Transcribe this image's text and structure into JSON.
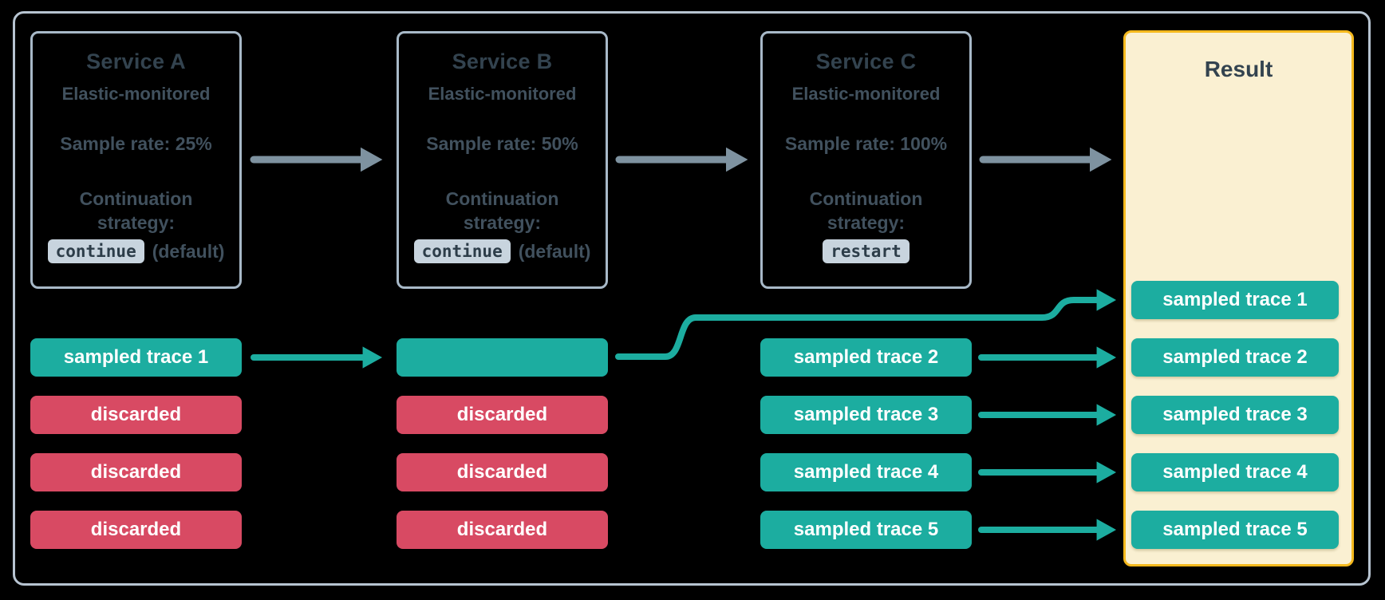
{
  "colors": {
    "background": "#000000",
    "frame_border": "#b7c4d1",
    "card_border": "#a8b9c8",
    "title_text": "#33434f",
    "body_text": "#41515e",
    "chip_bg": "#c8d4de",
    "chip_text": "#2d3d49",
    "teal": "#1cada0",
    "red": "#d84a63",
    "result_bg": "#faf0d2",
    "result_border": "#f5b91d",
    "arrow_gray": "#7e92a0",
    "trace_text": "#ffffff"
  },
  "services": [
    {
      "name": "Service A",
      "monitored": "Elastic-monitored",
      "sample_rate": "Sample rate: 25%",
      "strategy_line1": "Continuation",
      "strategy_line2": "strategy:",
      "strategy_value": "continue",
      "strategy_suffix": "(default)"
    },
    {
      "name": "Service B",
      "monitored": "Elastic-monitored",
      "sample_rate": "Sample rate: 50%",
      "strategy_line1": "Continuation",
      "strategy_line2": "strategy:",
      "strategy_value": "continue",
      "strategy_suffix": "(default)"
    },
    {
      "name": "Service C",
      "monitored": "Elastic-monitored",
      "sample_rate": "Sample rate: 100%",
      "strategy_line1": "Continuation",
      "strategy_line2": "strategy:",
      "strategy_value": "restart",
      "strategy_suffix": ""
    }
  ],
  "lanes": {
    "a": [
      "sampled trace 1",
      "discarded",
      "discarded",
      "discarded"
    ],
    "b": [
      "",
      "discarded",
      "discarded",
      "discarded"
    ],
    "c": [
      "sampled trace 2",
      "sampled trace 3",
      "sampled trace 4",
      "sampled trace 5"
    ]
  },
  "result": {
    "title": "Result",
    "traces": [
      "sampled trace 1",
      "sampled trace 2",
      "sampled trace 3",
      "sampled trace 4",
      "sampled trace 5"
    ]
  }
}
